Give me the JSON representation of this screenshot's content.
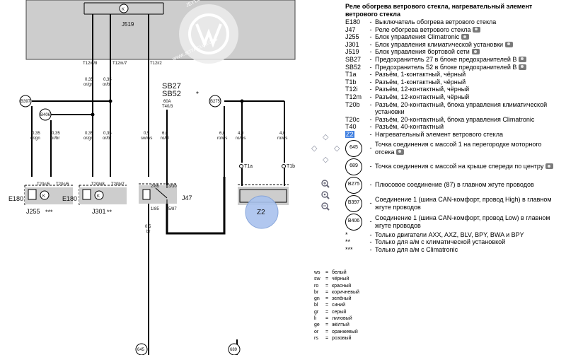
{
  "diagram": {
    "control_unit": "J519",
    "top_connectors": [
      "T12m/8",
      "T12m/7",
      "T12i/2"
    ],
    "top_wires": [
      {
        "section": "0,35",
        "color": "or/gn"
      },
      {
        "section": "0,35",
        "color": "or/br"
      }
    ],
    "fuses": {
      "sb27": "SB27",
      "sb52": "SB52",
      "star": "*",
      "amp": "60A",
      "conn": "T40/3"
    },
    "nodes": {
      "b397": "B397",
      "b406": "B406",
      "b275": "B275",
      "n645": "645",
      "n689": "689"
    },
    "mid_wires": [
      {
        "section": "0,35",
        "color": "or/gn"
      },
      {
        "section": "0,35",
        "color": "or/br"
      },
      {
        "section": "0,35",
        "color": "or/gn"
      },
      {
        "section": "0,35",
        "color": "or/br"
      },
      {
        "section": "0,5",
        "color": "sw/ws"
      },
      {
        "section": "6,0",
        "color": "ro/bl"
      },
      {
        "section": "6,0",
        "color": "ro/ws"
      },
      {
        "section": "4,0",
        "color": "ro/ws"
      },
      {
        "section": "4,0",
        "color": "ro/ws"
      }
    ],
    "bottom_wire": {
      "section": "0,5",
      "color": "br"
    },
    "j255": {
      "e": "E180",
      "conn1": "T20c/5",
      "conn2": "T20c/6",
      "name": "J255",
      "mark": "***"
    },
    "j301": {
      "e": "E180",
      "conn1": "T20b/8",
      "conn2": "T20b/7",
      "name": "J301",
      "mark": "**"
    },
    "j47": {
      "name": "J47",
      "p1": "2/86",
      "p2": "3/30",
      "p3": "1/85",
      "p4": "5/87"
    },
    "z2": {
      "name": "Z2",
      "t1a": "T1a",
      "t1b": "T1b"
    },
    "watermark": {
      "top": "JETTA-CLUB",
      "bottom": "WWW.JETTA-CLUB.ORG"
    }
  },
  "legend": {
    "title": "Реле обогрева ветрового стекла, нагревательный элемент ветрового стекла",
    "items": [
      {
        "code": "E180",
        "text": "Выключатель обогрева ветрового стекла",
        "cam": false
      },
      {
        "code": "J47",
        "text": "Реле обогрева ветрового стекла",
        "cam": true
      },
      {
        "code": "J255",
        "text": "Блок управления Climatronic",
        "cam": true
      },
      {
        "code": "J301",
        "text": "Блок управления климатической установки",
        "cam": true
      },
      {
        "code": "J519",
        "text": "Блок управления бортовой сети",
        "cam": true
      },
      {
        "code": "SB27",
        "text": "Предохранитель 27 в блоке предохранителей B",
        "cam": true
      },
      {
        "code": "SB52",
        "text": "Предохранитель 52 в блоке предохранителей B",
        "cam": true
      },
      {
        "code": "T1a",
        "text": "Разъём, 1-контактный, чёрный",
        "cam": false
      },
      {
        "code": "T1b",
        "text": "Разъём, 1-контактный, чёрный",
        "cam": false
      },
      {
        "code": "T12i",
        "text": "Разъём, 12-контактный, чёрный",
        "cam": false
      },
      {
        "code": "T12m",
        "text": "Разъём, 12-контактный, чёрный",
        "cam": false
      },
      {
        "code": "T20b",
        "text": "Разъём, 20-контактный, блока управления климатической установки",
        "cam": false
      },
      {
        "code": "T20c",
        "text": "Разъём, 20-контактный, блока управления Climatronic",
        "cam": false
      },
      {
        "code": "T40",
        "text": "Разъём, 40-контактный",
        "cam": false
      },
      {
        "code": "Z2",
        "text": "Нагревательный элемент ветрового стекла",
        "cam": false,
        "hl": true
      }
    ],
    "points": [
      {
        "code": "645",
        "text": "Точка соединения с массой 1 на перегородке моторного отсека",
        "cam": true
      },
      {
        "code": "689",
        "text": "Точка соединения с массой на крыше спереди по центру",
        "cam": true
      },
      {
        "code": "B275",
        "text": "Плюсовое соединение (87) в главном жгуте проводов",
        "cam": false
      },
      {
        "code": "B397",
        "text": "Соединение 1 (шина CAN-комфорт, провод High) в главном жгуте проводов",
        "cam": false
      },
      {
        "code": "B406",
        "text": "Соединение 1 (шина CAN-комфорт, провод Low) в главном жгуте проводов",
        "cam": false
      }
    ],
    "notes": [
      {
        "code": "*",
        "text": "Только двигатели AXX, AXZ, BLV, BPY, BWA и BPY"
      },
      {
        "code": "**",
        "text": "Только для а/м с климатической установкой"
      },
      {
        "code": "***",
        "text": "Только для а/м с Climatronic"
      }
    ]
  },
  "colors": [
    {
      "code": "ws",
      "text": "белый"
    },
    {
      "code": "sw",
      "text": "чёрный"
    },
    {
      "code": "ro",
      "text": "красный"
    },
    {
      "code": "br",
      "text": "коричневый"
    },
    {
      "code": "gn",
      "text": "зелёный"
    },
    {
      "code": "bl",
      "text": "синий"
    },
    {
      "code": "gr",
      "text": "серый"
    },
    {
      "code": "li",
      "text": "лиловый"
    },
    {
      "code": "ge",
      "text": "жёлтый"
    },
    {
      "code": "or",
      "text": "оранжевый"
    },
    {
      "code": "rs",
      "text": "розовый"
    }
  ],
  "nav": {
    "up": "◇",
    "left": "◇",
    "right": "◇",
    "down": "◇"
  },
  "accent": "#3f7fe0",
  "z2_fill": "#a9c2ee"
}
